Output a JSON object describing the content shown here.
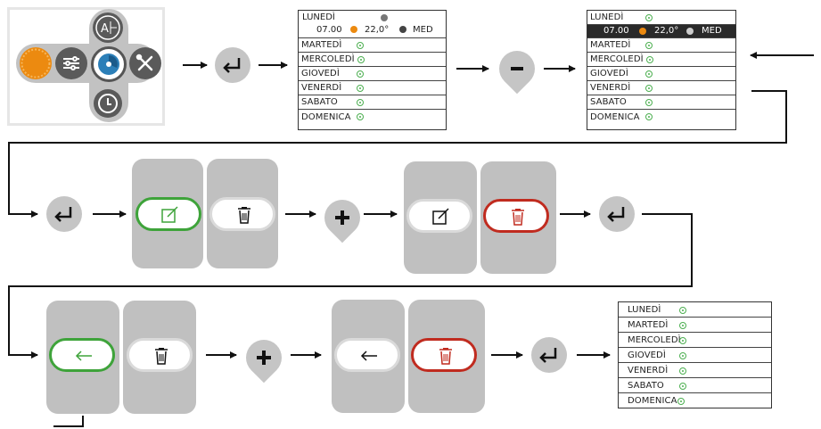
{
  "panel": {
    "icons": [
      "sun-icon",
      "sliders-icon",
      "clock-mode-icon",
      "stopwatch-icon",
      "tools-icon",
      "clock-icon"
    ],
    "colors": {
      "sun": "#ec8a10",
      "knob": "#5a5a5a",
      "bar": "#c2c2c2"
    }
  },
  "table_a": {
    "days": [
      "LUNEDÌ",
      "MARTEDÌ",
      "MERCOLEDÌ",
      "GIOVEDÌ",
      "VENERDÌ",
      "SABATO",
      "DOMENICA"
    ],
    "program": {
      "time": "07.00",
      "temp": "22,0°",
      "fan": "MED"
    }
  },
  "table_b": {
    "days": [
      "LUNEDÌ",
      "MARTEDÌ",
      "MERCOLEDÌ",
      "GIOVEDÌ",
      "VENERDÌ",
      "SABATO",
      "DOMENICA"
    ],
    "program": {
      "time": "07.00",
      "temp": "22,0°",
      "fan": "MED"
    }
  },
  "table_c": {
    "days": [
      "LUNEDÌ",
      "MARTEDÌ",
      "MERCOLEDÌ",
      "GIOVEDÌ",
      "VENERDÌ",
      "SABATO",
      "DOMENICA"
    ]
  },
  "buttons": {
    "enter_icon": "enter-arrow-icon",
    "minus_icon": "minus-icon",
    "plus_icon": "plus-icon",
    "edit_icon": "edit-icon",
    "trash_icon": "trash-icon",
    "back_icon": "back-arrow-icon"
  },
  "colors": {
    "selected": "#3ea33a",
    "danger": "#c02b1f",
    "button": "#c5c5c5",
    "card": "#c0c0c0",
    "dot": "#4caf50"
  }
}
